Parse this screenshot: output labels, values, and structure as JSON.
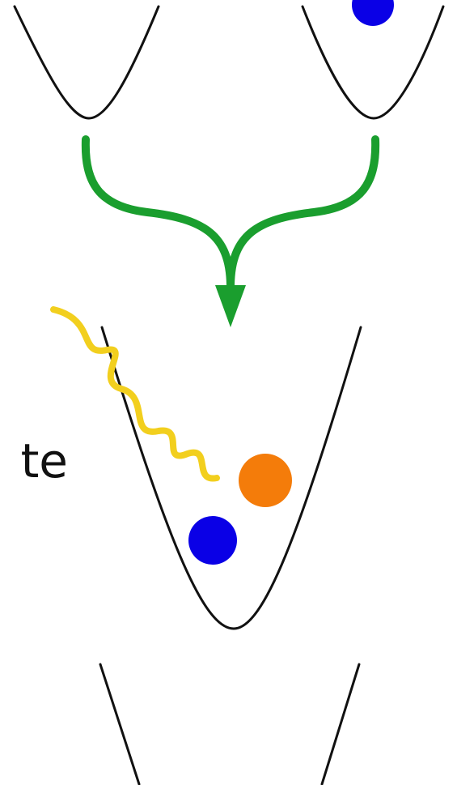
{
  "diagram": {
    "partial_label": "te",
    "colors": {
      "background": "#ffffff",
      "well_line": "#111111",
      "merge_arrow": "#1a9e2e",
      "photon": "#f2cf1e",
      "particle_blue": "#0a00e6",
      "particle_orange": "#f47c0a",
      "label_text": "#111111"
    },
    "elements": [
      "left-potential-well",
      "right-potential-well",
      "merge-arrow",
      "combined-potential-well",
      "photon-wave",
      "blue-particle",
      "orange-particle",
      "lower-potential-well"
    ]
  }
}
